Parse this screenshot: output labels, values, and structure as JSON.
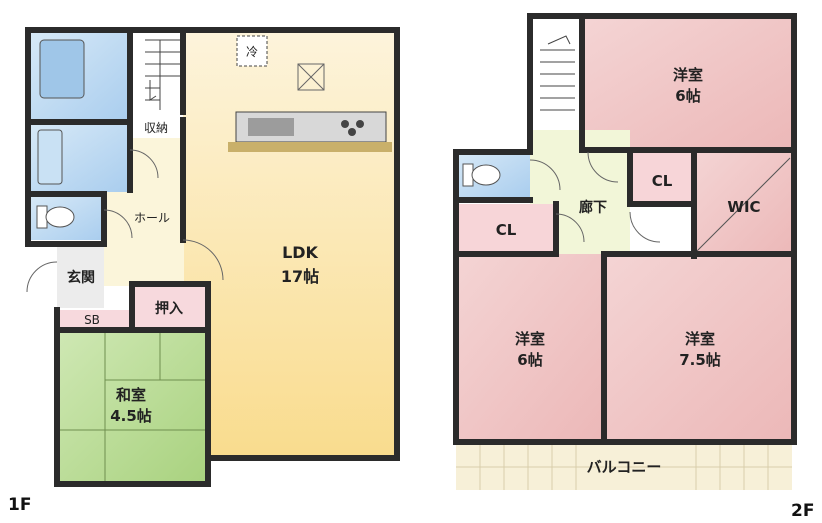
{
  "floors": {
    "first": {
      "label": "1F",
      "rooms": {
        "ldk": {
          "name": "LDK",
          "size": "17帖"
        },
        "washitsu": {
          "name": "和室",
          "size": "4.5帖"
        },
        "genkan": "玄関",
        "oshiire": "押入",
        "sb": "SB",
        "hall": "ホール",
        "shuno": "収納",
        "fridge": "冷"
      }
    },
    "second": {
      "label": "2F",
      "rooms": {
        "room_a": {
          "name": "洋室",
          "size": "6帖"
        },
        "room_b": {
          "name": "洋室",
          "size": "6帖"
        },
        "room_c": {
          "name": "洋室",
          "size": "7.5帖"
        },
        "cl_1": "CL",
        "cl_2": "CL",
        "wic": "WIC",
        "corridor": "廊下",
        "balcony": "バルコニー"
      }
    }
  },
  "colors": {
    "wall": "#2b2b2b",
    "ldk": "#fbe9b8",
    "washitsu": "#b9dc95",
    "western_room": "#f2c8c8",
    "closet": "#f7d5d8",
    "corridor": "#f2f6d8",
    "wet_area": "#bcd9f1",
    "balcony": "#f7f0d8"
  }
}
